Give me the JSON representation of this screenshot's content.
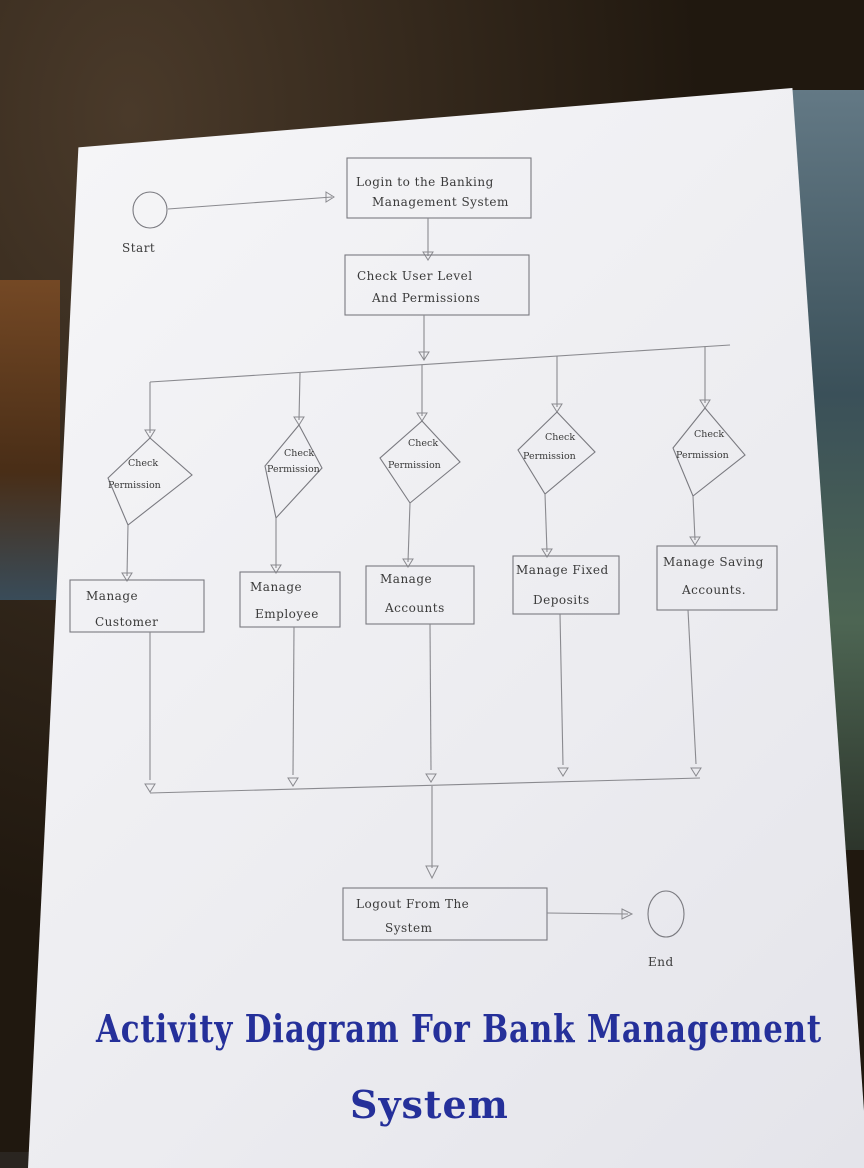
{
  "diagram": {
    "start_label": "Start",
    "end_label": "End",
    "login": [
      "Login to the Banking",
      "Management System"
    ],
    "check_user": [
      "Check User Level",
      "And Permissions"
    ],
    "check_permission": [
      "Check",
      "Permission"
    ],
    "manage_customer": [
      "Manage",
      "Customer"
    ],
    "manage_employee": [
      "Manage",
      "Employee"
    ],
    "manage_accounts": [
      "Manage",
      "Accounts"
    ],
    "manage_fixed_deposits": [
      "Manage Fixed",
      "Deposits"
    ],
    "manage_saving_accounts": [
      "Manage Saving",
      "Accounts."
    ],
    "logout": [
      "Logout From The",
      "System"
    ]
  },
  "title": {
    "line1": "Activity Diagram For Bank Management",
    "line2": "System"
  },
  "colors": {
    "paper": "#efeff3",
    "pencil": "#8a8a8f",
    "title_ink": "#25309a"
  }
}
